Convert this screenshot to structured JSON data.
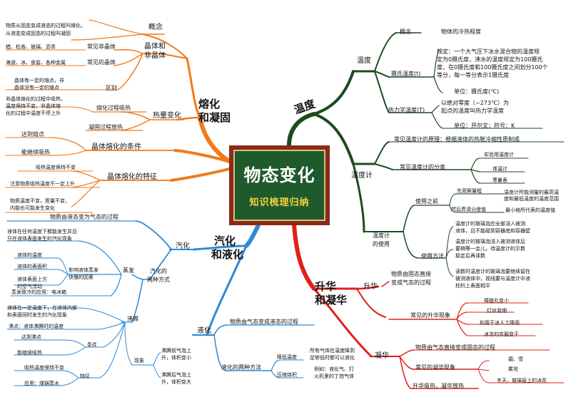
{
  "center": {
    "title": "物态变化",
    "subtitle": "知识梳理归纳"
  },
  "melting": {
    "main": [
      "熔化",
      "和凝固"
    ],
    "concept": {
      "label": "概念",
      "lines": [
        "物质从固态变成液态的过程叫熔化，",
        "从液态变成固态的过程叫凝固"
      ]
    },
    "crystal": {
      "label": [
        "晶体和",
        "非晶体"
      ],
      "noncrystal": {
        "label": "常见非晶体",
        "examples": "蜡、松香、玻璃、沥青"
      },
      "crystal_items": {
        "label": "常见的晶体",
        "examples": "海波、冰、食盐、各种金属"
      },
      "difference": {
        "label": "区别",
        "lines": [
          "晶体有一定的熔点，非",
          "晶体没有一定的熔点"
        ]
      }
    },
    "heat": {
      "label": "热量变化",
      "melt_label": "熔化过程吸热",
      "solid_label": "凝固过程放热",
      "note": [
        "非晶体熔化的过程中吸热，",
        "温度保持不变，非晶体熔",
        "化的过程中温度不停上升"
      ]
    },
    "conditions": {
      "label": "晶体熔化的条件",
      "items": [
        "达到熔点",
        "能继续吸热"
      ]
    },
    "features": {
      "label": "晶体熔化的特征",
      "items": [
        "吸热温度保持不变",
        "注意物质吸热温度不一定上升",
        "物质温度不变，质量不变，",
        "内能也可能发生变化"
      ]
    }
  },
  "temperature": {
    "main": "温度",
    "temp_node": "温度",
    "concept_label": "概念",
    "concept_value": "物体的冷热程度",
    "celsius": {
      "label": "摄氏温度(t)",
      "rule": [
        "规定：一个大气压下冰水混合物的温度规",
        "定为0摄氏度，沸水的温度规定为100摄氏",
        "度，在0摄氏度和100摄氏度之间划分100个",
        "等分，每一等分表示1摄氏度"
      ],
      "unit": "单位：摄氏度(℃)"
    },
    "kelvin": {
      "label": "热力学温度(T)",
      "rule": [
        "以绝对零度（−273℃）为",
        "起点的温度叫热力学温度"
      ],
      "unit": "单位：开尔文；符号：K"
    }
  },
  "thermometer": {
    "label": "温度计",
    "principle": "常见温度计的原理：根据液体的热胀冷缩性质制成",
    "types_label": "常见温度计的分类",
    "types": [
      "实验用温度计",
      "体温计",
      "寒暑表"
    ],
    "usage_label": [
      "温度计",
      "的使用"
    ],
    "before_label": "使用之前",
    "observe_label": "先观察量程",
    "observe_note": [
      "温度计所能测量的最高温",
      "度和最低温度的温度范围"
    ],
    "division_label": "然后弄清分度值",
    "division_note": "最小格所代表的温度值",
    "method_label": "使用方法",
    "method_items": [
      [
        "温度计的玻璃泡应全部浸入被测",
        "液体，且不能碰到容器底和容器壁"
      ],
      [
        "温度计的玻璃泡浸入被测液体后",
        "要稍等一会儿，待温度计的示数",
        "稳定后再读数"
      ],
      [
        "读数时温度计的玻璃泡要继续留在",
        "被测液体中，视线要与温度计中液",
        "柱的上表面相平"
      ]
    ]
  },
  "sublimation": {
    "main": [
      "升华",
      "和凝华"
    ],
    "sub_label": "升华",
    "sub_def": [
      "物质由固态直接",
      "变成气态的过程"
    ],
    "sub_common_label": "常见的升华现象",
    "sub_items": [
      "樟脑丸变小",
      "灯丝变细",
      "利用干冰人工降雨",
      "冰冻的衣服变干"
    ],
    "dep_label": "凝华",
    "dep_def": "物质由气态直接变成固态的过程",
    "dep_common_label": "常见的凝华现象",
    "dep_items": [
      "霜、雪",
      "雾凇",
      "冬天，玻璃窗上的冰花"
    ],
    "heat_note": "升华吸热，凝华放热"
  },
  "vaporization": {
    "main": [
      "汽化",
      "和液化"
    ],
    "vap_label": "汽化",
    "vap_def": "物质由液态变为气态的过程",
    "two_ways_label": [
      "汽化的",
      "两种方式"
    ],
    "evap_label": "蒸发",
    "evap_def": [
      "液体在任何温度下都能发生并且",
      "只在液体表面发生的汽化现象"
    ],
    "factors_label": [
      "影响液体蒸发",
      "快慢的因素"
    ],
    "factors": [
      "液体的温度",
      "液体的表面积",
      [
        "液体表面上方",
        "的空气流动"
      ]
    ],
    "evap_app": "蒸发致冷的应用：电冰箱",
    "boil_label": "沸腾",
    "boil_def": [
      "液体在一定温度下，在液体内部",
      "和表面同时发生的汽化现象"
    ],
    "boil_point": "沸点：液体沸腾时的温度",
    "cond_label": "条件",
    "cond_items": [
      "达到沸点",
      "能继续吸热"
    ],
    "feature_label": "特征",
    "feature_items": [
      "吸热温度保持不变",
      "应用：煤锅蒸水"
    ],
    "phen_label": "现象",
    "phen_items": [
      [
        "沸腾前气泡上",
        "升，体积变小"
      ],
      [
        "沸腾后气泡上",
        "升，体积变大"
      ]
    ],
    "liq_label": "液化",
    "liq_def": "物质由气态变成液态的过程",
    "liq_ways_label": "液化的两种方法",
    "lower_temp_label": "降低温度",
    "lower_temp_note": [
      "所有气体在温度降到",
      "足够低时都可以液化"
    ],
    "compress_label": "压缩体积",
    "compress_note": [
      "例如：液化气、打",
      "火机里的丁烷气体"
    ]
  }
}
